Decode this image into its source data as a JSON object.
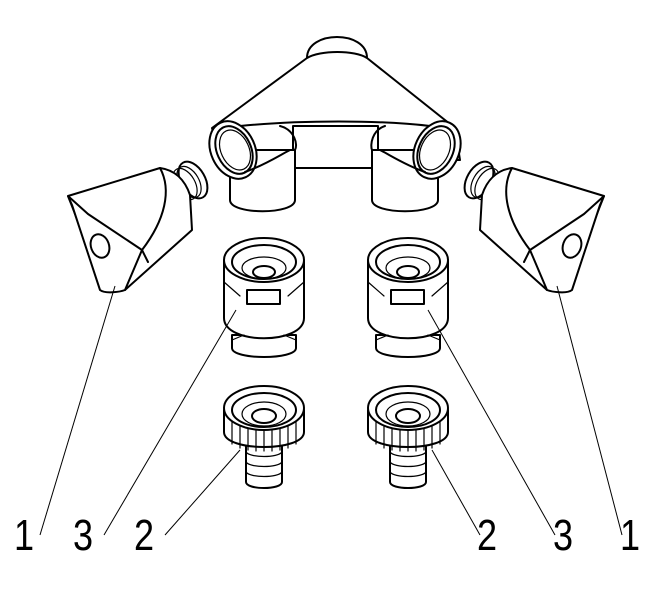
{
  "diagram": {
    "type": "exploded-parts-drawing",
    "background": "#ffffff",
    "line_color": "#000000",
    "parts": [
      {
        "id": "y-connector",
        "description": "Two-way Y distributor body with top inlet and two angled outlets"
      },
      {
        "id": "end-cap-left",
        "callout": "1"
      },
      {
        "id": "end-cap-right",
        "callout": "1"
      },
      {
        "id": "quick-connector-left",
        "callout": "3"
      },
      {
        "id": "quick-connector-right",
        "callout": "3"
      },
      {
        "id": "tap-adapter-left",
        "callout": "2"
      },
      {
        "id": "tap-adapter-right",
        "callout": "2"
      }
    ],
    "callouts": {
      "left": [
        "1",
        "3",
        "2"
      ],
      "right": [
        "2",
        "3",
        "1"
      ]
    }
  }
}
